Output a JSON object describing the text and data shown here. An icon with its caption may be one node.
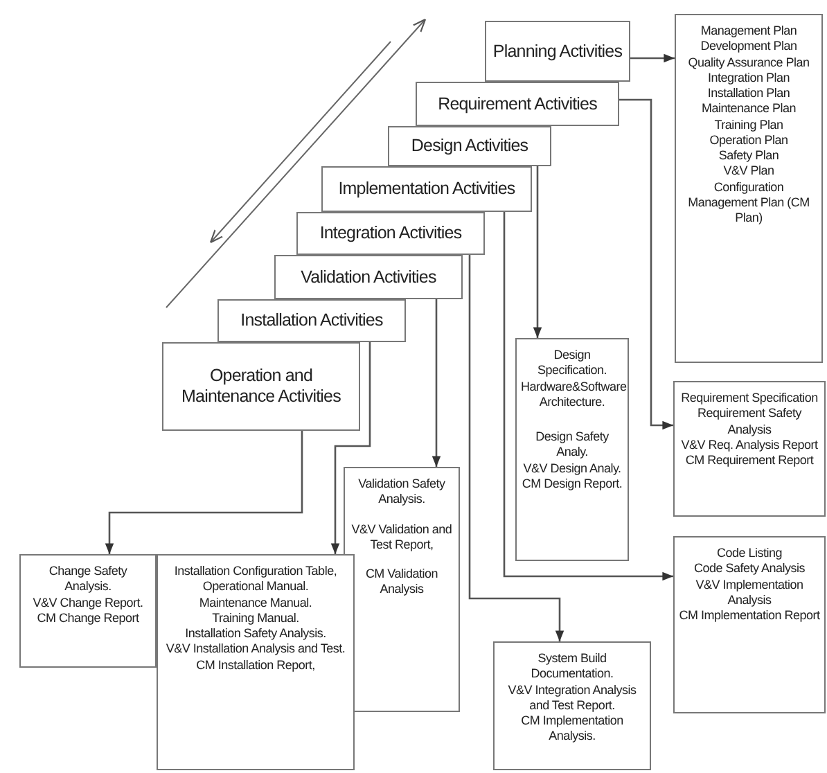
{
  "diagram": {
    "nodes": [
      {
        "text": [
          "Planning Activities"
        ]
      },
      {
        "text": [
          "Requirement Activities"
        ]
      },
      {
        "text": [
          "Design Activities"
        ]
      },
      {
        "text": [
          "Implementation Activities"
        ]
      },
      {
        "text": [
          "Integration Activities"
        ]
      },
      {
        "text": [
          "Validation Activities"
        ]
      },
      {
        "text": [
          "Installation Activities"
        ]
      },
      {
        "text": [
          "Operation and Maintenance Activities"
        ]
      },
      {
        "text": [
          "Management Plan",
          "Development Plan",
          "Quality Assurance Plan",
          "Integration Plan",
          "Installation Plan",
          "Maintenance Plan",
          "Training Plan",
          "Operation Plan",
          "Safety Plan",
          "V&V Plan",
          "Configuration Management Plan (CM Plan)"
        ]
      },
      {
        "text": [
          "Requirement Specification",
          "Requirement Safety Analysis",
          "V&V Req. Analysis Report",
          "CM Requirement Report"
        ]
      },
      {
        "text": [
          "Design Specification.",
          "Hardware&Software Architecture.",
          "Design Safety Analy.",
          "V&V Design Analy.",
          "CM Design Report."
        ]
      },
      {
        "text": [
          "Code Listing",
          "Code Safety Analysis",
          "V&V Implementation Analysis",
          "CM Implementation Report"
        ]
      },
      {
        "text": [
          "Validation Safety Analysis.",
          "V&V Validation and Test Report,",
          "CM Validation Analysis"
        ]
      },
      {
        "text": [
          "System Build Documentation.",
          "V&V Integration Analysis and Test Report.",
          "CM Implementation Analysis."
        ]
      },
      {
        "text": [
          "Installation Configuration Table,",
          "Operational Manual.",
          "Maintenance Manual.",
          "Training Manual.",
          "Installation Safety Analysis.",
          "V&V Installation Analysis and Test.",
          "CM Installation Report,"
        ]
      },
      {
        "text": [
          "Change Safety Analysis.",
          "V&V Change Report.",
          "CM Change Report"
        ]
      }
    ],
    "edges": [
      {
        "from": 0,
        "to": 8,
        "arrow": "to"
      },
      {
        "from": 1,
        "to": 9,
        "arrow": "to"
      },
      {
        "from": 2,
        "to": 10,
        "arrow": "to"
      },
      {
        "from": 3,
        "to": 11,
        "arrow": "to"
      },
      {
        "from": 4,
        "to": 13,
        "arrow": "to"
      },
      {
        "from": 5,
        "to": 12,
        "arrow": "to"
      },
      {
        "from": 6,
        "to": 14,
        "arrow": "to"
      },
      {
        "from": 7,
        "to": 15,
        "arrow": "to"
      }
    ]
  }
}
